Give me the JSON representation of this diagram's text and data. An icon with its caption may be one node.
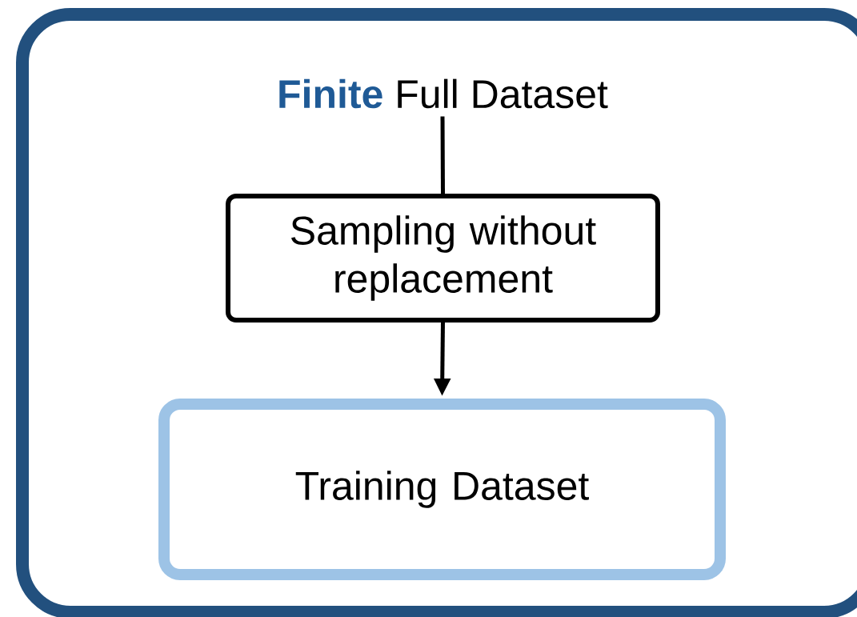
{
  "diagram": {
    "nodes": [
      {
        "text": [],
        "shape": "box"
      },
      {
        "text": [
          "**Finite** Full Dataset"
        ],
        "in": 0
      },
      {
        "text": [
          "Sampling without replacement"
        ],
        "in": 0
      },
      {
        "text": [
          "Training Dataset"
        ],
        "in": 0
      }
    ],
    "edges": [
      {
        "from": 1,
        "to": 2,
        "arrow": "none"
      },
      {
        "from": 2,
        "to": 3,
        "arrow": "to"
      }
    ]
  }
}
